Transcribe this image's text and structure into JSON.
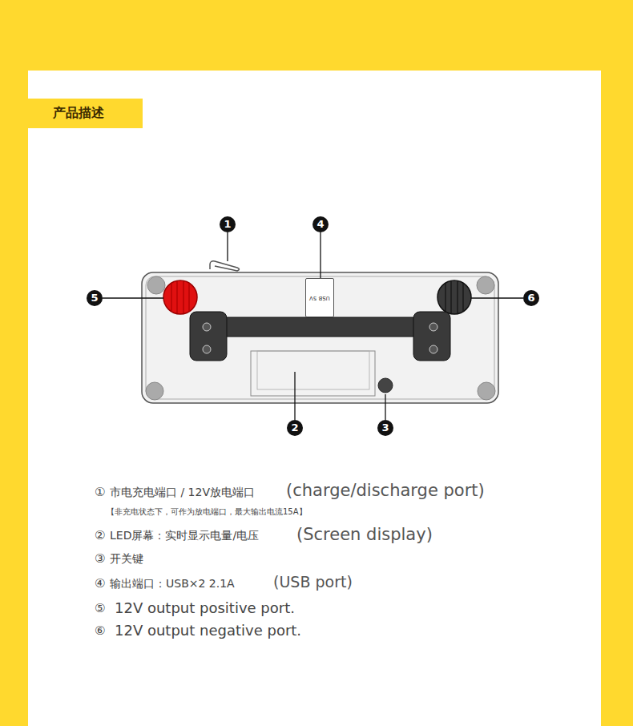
{
  "diagram": {
    "title": "产品描述",
    "nodes": [
      {
        "text": [
          "USB 5V"
        ]
      }
    ],
    "labels": [
      "1",
      "4",
      "5",
      "6",
      "2",
      "3",
      "①",
      "市电充电端口 / 12V放电端口",
      "(charge/discharge port)",
      "【非充电状态下，可作为放电端口，最大输出电流15A】",
      "②",
      "LED屏幕：实时显示电量/电压",
      "(Screen display)",
      "③",
      "开关键",
      "④",
      "输出端口：USB×2  2.1A",
      "(USB port)",
      "⑤",
      "12V output positive port.",
      "⑥",
      "12V output negative port."
    ]
  }
}
